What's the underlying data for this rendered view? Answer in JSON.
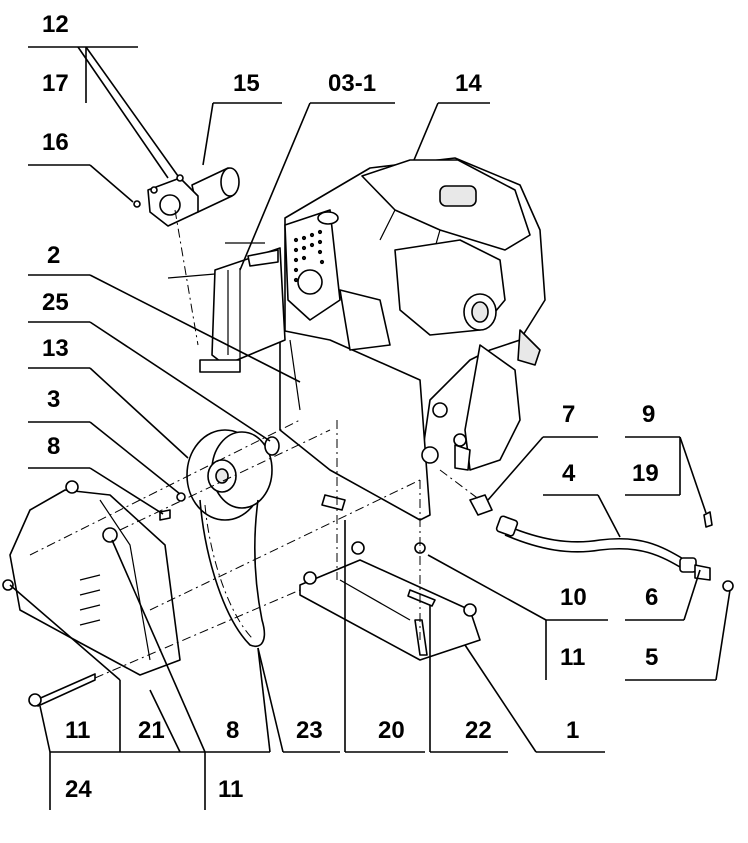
{
  "callouts": {
    "c12": "12",
    "c17": "17",
    "c15": "15",
    "c03_1": "03-1",
    "c14": "14",
    "c16": "16",
    "c2": "2",
    "c25": "25",
    "c13": "13",
    "c3": "3",
    "c8a": "8",
    "c7": "7",
    "c9": "9",
    "c19": "19",
    "c4": "4",
    "c10": "10",
    "c6": "6",
    "c11a": "11",
    "c5": "5",
    "c11b": "11",
    "c21": "21",
    "c8b": "8",
    "c23": "23",
    "c20": "20",
    "c22": "22",
    "c1": "1",
    "c24": "24",
    "c11c": "11"
  }
}
